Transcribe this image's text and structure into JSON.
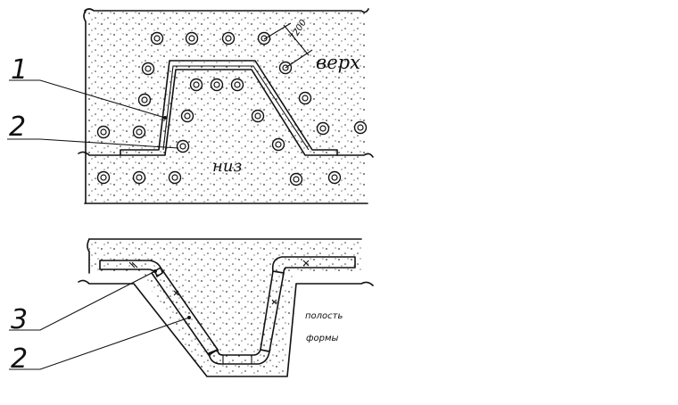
{
  "top_view": {
    "label_top": "верх",
    "label_bottom": "низ",
    "dimension": "7200",
    "callouts": [
      "1",
      "2"
    ]
  },
  "section_view": {
    "cavity_label_line1": "полость",
    "cavity_label_line2": "формы",
    "callouts": [
      "3",
      "2"
    ]
  }
}
